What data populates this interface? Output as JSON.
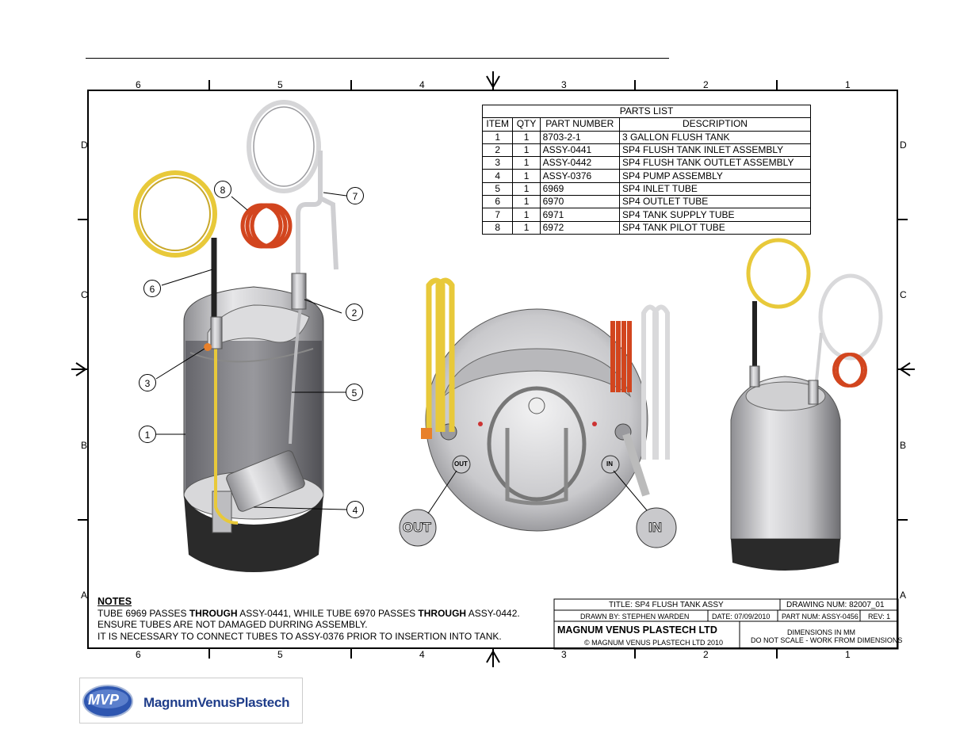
{
  "zones": {
    "columns": [
      "6",
      "5",
      "4",
      "3",
      "2",
      "1"
    ],
    "rows": [
      "D",
      "C",
      "B",
      "A"
    ]
  },
  "parts_list": {
    "title": "PARTS LIST",
    "headers": [
      "ITEM",
      "QTY",
      "PART NUMBER",
      "DESCRIPTION"
    ],
    "rows": [
      [
        "1",
        "1",
        "8703-2-1",
        "3 GALLON FLUSH TANK"
      ],
      [
        "2",
        "1",
        "ASSY-0441",
        "SP4 FLUSH TANK INLET ASSEMBLY"
      ],
      [
        "3",
        "1",
        "ASSY-0442",
        "SP4 FLUSH TANK OUTLET ASSEMBLY"
      ],
      [
        "4",
        "1",
        "ASSY-0376",
        "SP4 PUMP ASSEMBLY"
      ],
      [
        "5",
        "1",
        "6969",
        "SP4 INLET TUBE"
      ],
      [
        "6",
        "1",
        "6970",
        "SP4 OUTLET TUBE"
      ],
      [
        "7",
        "1",
        "6971",
        "SP4 TANK SUPPLY TUBE"
      ],
      [
        "8",
        "1",
        "6972",
        "SP4 TANK PILOT TUBE"
      ]
    ]
  },
  "balloons": [
    "1",
    "2",
    "3",
    "4",
    "5",
    "6",
    "7",
    "8"
  ],
  "view_labels": {
    "out_small": "OUT",
    "in_small": "IN",
    "out_big": "OUT",
    "in_big": "IN"
  },
  "notes": {
    "heading": "NOTES",
    "line1_a": "TUBE 6969 PASSES ",
    "line1_b": "THROUGH",
    "line1_c": " ASSY-0441, WHILE TUBE 6970 PASSES ",
    "line1_d": "THROUGH",
    "line1_e": " ASSY-0442.",
    "line2": "ENSURE TUBES ARE NOT DAMAGED DURRING ASSEMBLY.",
    "line3": "IT IS NECESSARY TO CONNECT TUBES TO ASSY-0376 PRIOR TO INSERTION INTO TANK."
  },
  "title_block": {
    "title": "TITLE: SP4 FLUSH TANK ASSY",
    "drawing_num": "DRAWING NUM: 82007_01",
    "drawn_by": "DRAWN BY: STEPHEN WARDEN",
    "date": "DATE: 07/09/2010",
    "part_num": "PART NUM: ASSY-0456",
    "rev": "REV: 1",
    "company": "MAGNUM VENUS PLASTECH LTD",
    "copyright": "© MAGNUM VENUS PLASTECH LTD 2010",
    "dims": "DIMENSIONS IN MM",
    "scale": "DO NOT SCALE - WORK FROM DIMENSIONS"
  },
  "logo": {
    "mark": "MVP",
    "name": "MagnumVenusPlastech"
  },
  "colors": {
    "yellow_tube": "#e8c93a",
    "red_tube": "#d2451e",
    "steel": "#c9c9cc",
    "base": "#2a2a2a",
    "logo_blue": "#1f3d8a"
  }
}
